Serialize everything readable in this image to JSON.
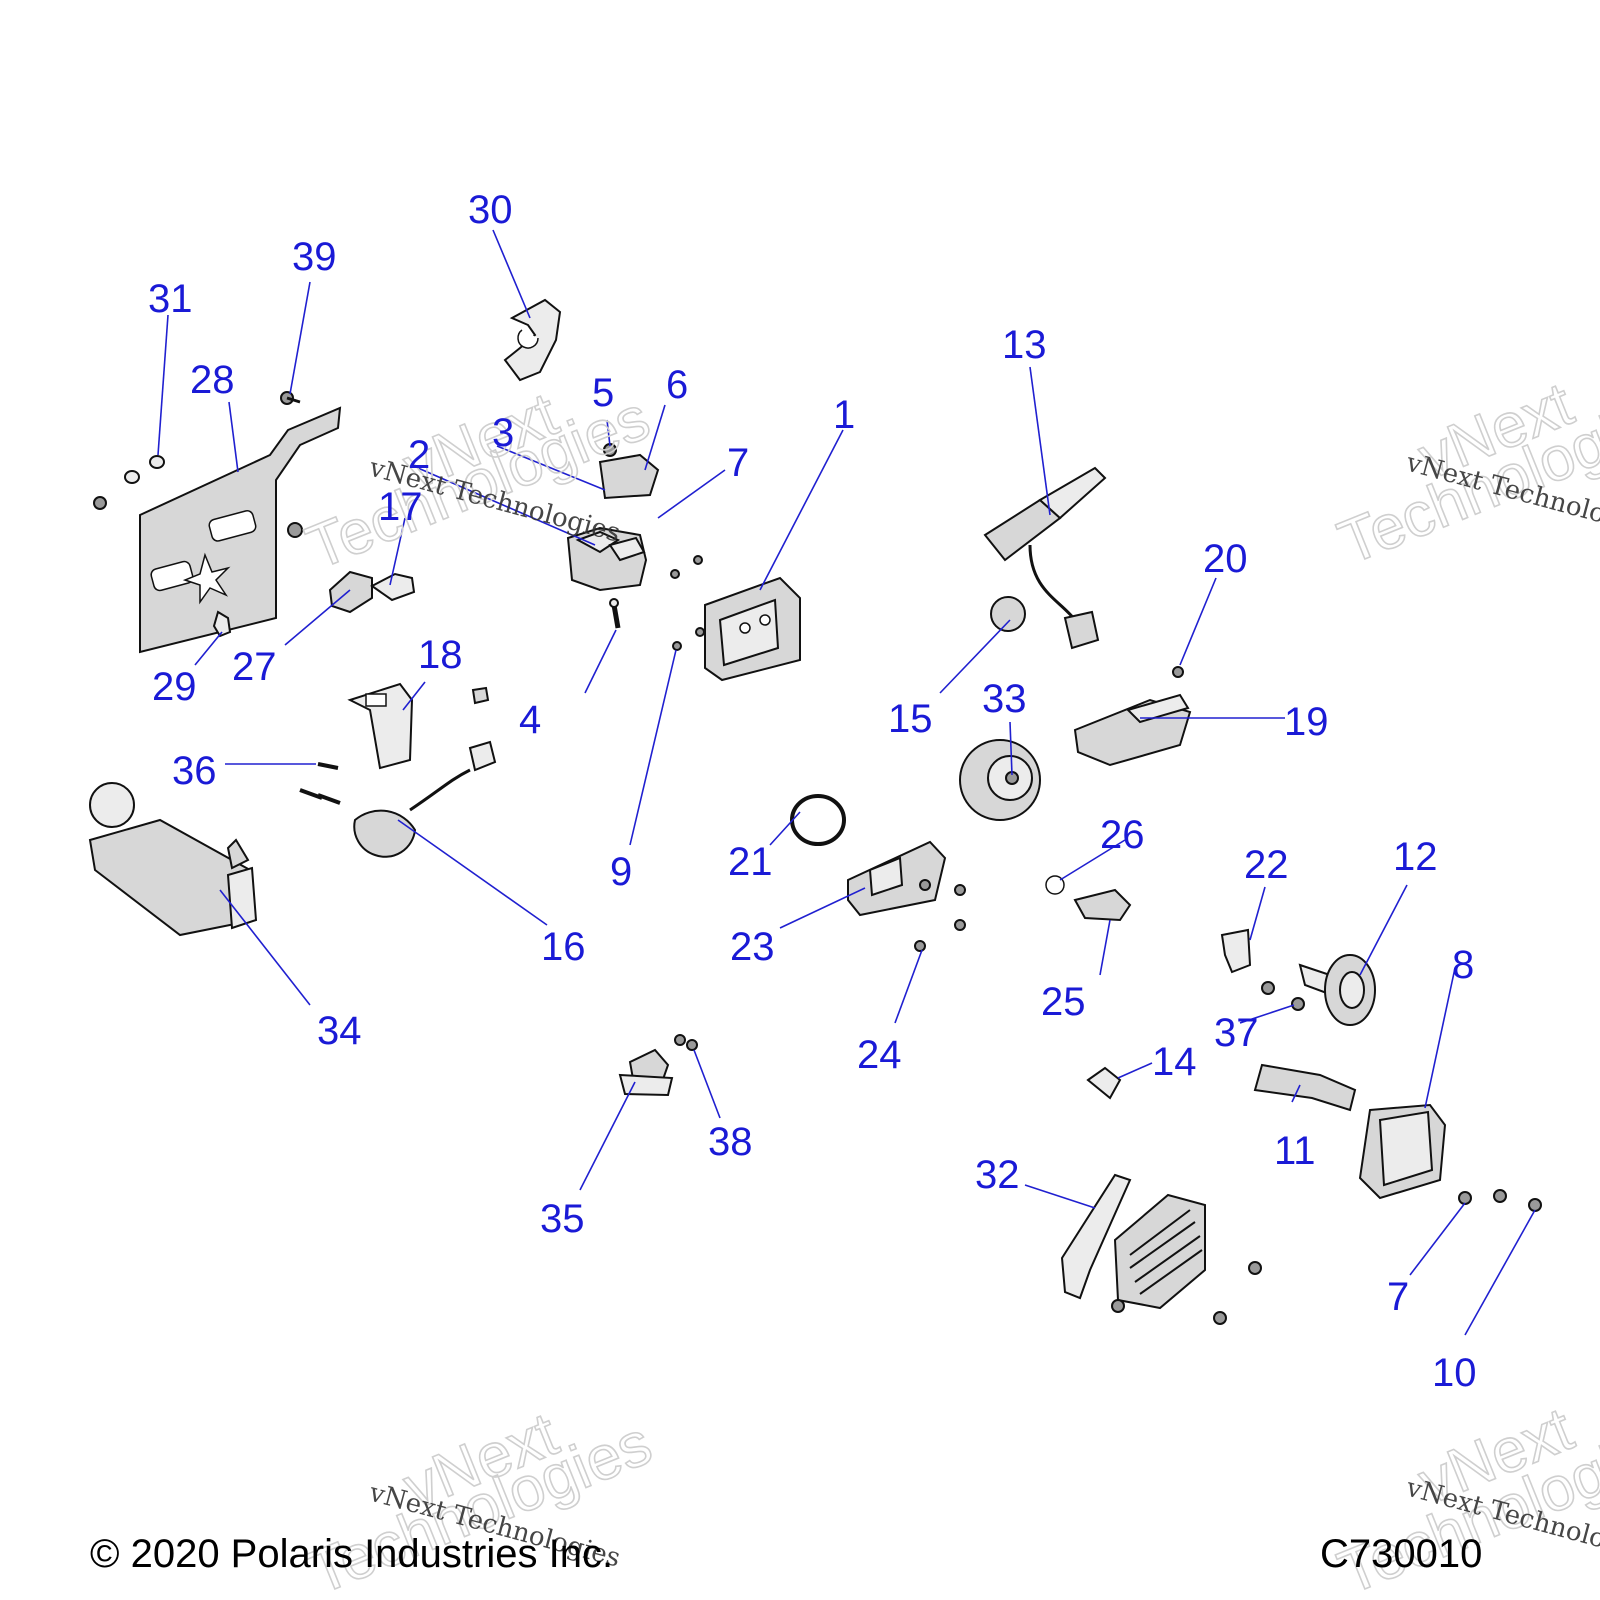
{
  "diagram": {
    "callouts": [
      {
        "id": "1",
        "label": "1"
      },
      {
        "id": "2",
        "label": "2"
      },
      {
        "id": "3",
        "label": "3"
      },
      {
        "id": "4",
        "label": "4"
      },
      {
        "id": "5",
        "label": "5"
      },
      {
        "id": "6",
        "label": "6"
      },
      {
        "id": "7a",
        "label": "7"
      },
      {
        "id": "7b",
        "label": "7"
      },
      {
        "id": "8",
        "label": "8"
      },
      {
        "id": "9",
        "label": "9"
      },
      {
        "id": "10",
        "label": "10"
      },
      {
        "id": "11",
        "label": "11"
      },
      {
        "id": "12",
        "label": "12"
      },
      {
        "id": "13",
        "label": "13"
      },
      {
        "id": "14",
        "label": "14"
      },
      {
        "id": "15",
        "label": "15"
      },
      {
        "id": "16",
        "label": "16"
      },
      {
        "id": "17",
        "label": "17"
      },
      {
        "id": "18",
        "label": "18"
      },
      {
        "id": "19",
        "label": "19"
      },
      {
        "id": "20",
        "label": "20"
      },
      {
        "id": "21",
        "label": "21"
      },
      {
        "id": "22",
        "label": "22"
      },
      {
        "id": "23",
        "label": "23"
      },
      {
        "id": "24",
        "label": "24"
      },
      {
        "id": "25",
        "label": "25"
      },
      {
        "id": "26",
        "label": "26"
      },
      {
        "id": "27",
        "label": "27"
      },
      {
        "id": "28",
        "label": "28"
      },
      {
        "id": "29",
        "label": "29"
      },
      {
        "id": "30",
        "label": "30"
      },
      {
        "id": "31",
        "label": "31"
      },
      {
        "id": "32",
        "label": "32"
      },
      {
        "id": "33",
        "label": "33"
      },
      {
        "id": "34",
        "label": "34"
      },
      {
        "id": "35",
        "label": "35"
      },
      {
        "id": "36",
        "label": "36"
      },
      {
        "id": "37",
        "label": "37"
      },
      {
        "id": "38",
        "label": "38"
      },
      {
        "id": "39",
        "label": "39"
      }
    ]
  },
  "watermarks": {
    "company": "vNext Technologies",
    "big_line1": "vNext",
    "big_line2": "Technologies"
  },
  "footer": {
    "copyright": "© 2020 Polaris Industries Inc.",
    "figure_code": "C730010"
  },
  "colors": {
    "callout": "#1a1ad6",
    "leader": "#2020d0",
    "part_fill": "#d7d7d7",
    "outline": "#111111"
  }
}
